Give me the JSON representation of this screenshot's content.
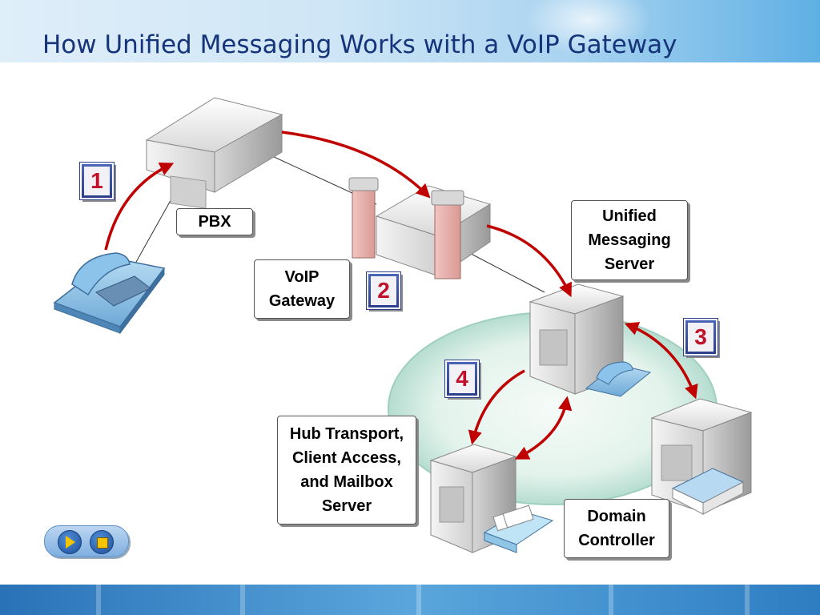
{
  "title": "How Unified Messaging Works with a VoIP Gateway",
  "labels": {
    "pbx": "PBX",
    "voip_gateway": "VoIP\nGateway",
    "um_server": "Unified\nMessaging\nServer",
    "hub_server": "Hub Transport,\nClient Access,\nand Mailbox\nServer",
    "domain_controller": "Domain\nController"
  },
  "steps": [
    "1",
    "2",
    "3",
    "4"
  ],
  "icons": [
    "phone-icon",
    "pbx-server-icon",
    "voip-gateway-icon",
    "um-server-icon",
    "hub-server-icon",
    "domain-controller-icon",
    "play-icon",
    "stop-icon"
  ],
  "colors": {
    "arrow": "#c00000",
    "title": "#15347a",
    "step_number": "#c0102a"
  }
}
